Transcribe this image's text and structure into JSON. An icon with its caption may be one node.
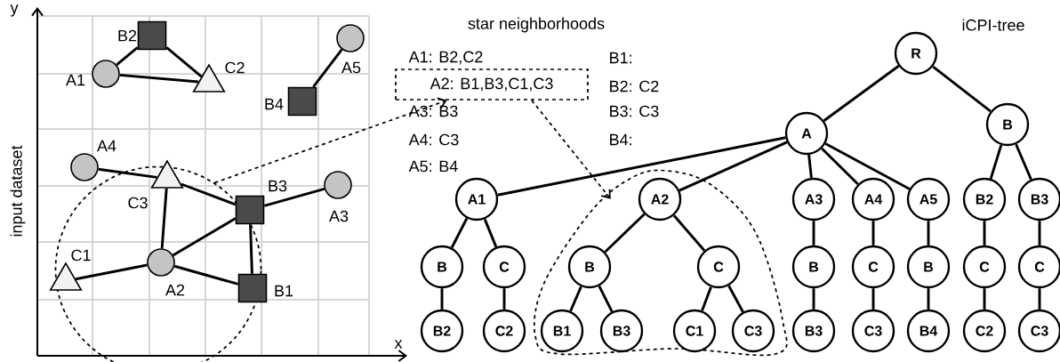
{
  "diagram": {
    "nodes": [
      {
        "text": [],
        "shape": "circle"
      },
      {
        "text": [],
        "shape": "box",
        "beside": [
          "B2"
        ]
      },
      {
        "text": [],
        "shape": "circle",
        "beside": [
          "A5"
        ]
      },
      {
        "text": [],
        "shape": "circle",
        "beside": [
          "A1"
        ]
      },
      {
        "text": [],
        "shape": "triangle",
        "beside": [
          "C2"
        ]
      },
      {
        "text": [],
        "shape": "box",
        "beside": [
          "B4"
        ]
      },
      {
        "text": [],
        "shape": "circle",
        "beside": [
          "A4"
        ]
      },
      {
        "text": [],
        "shape": "triangle",
        "beside": [
          "C3"
        ]
      },
      {
        "text": [],
        "shape": "box",
        "beside": [
          "B3"
        ]
      },
      {
        "text": [],
        "shape": "circle",
        "beside": [
          "A3"
        ]
      },
      {
        "text": [],
        "shape": "triangle",
        "beside": [
          "C1"
        ]
      },
      {
        "text": [],
        "shape": "circle",
        "beside": [
          "A2"
        ],
        "in": 0
      },
      {
        "text": [],
        "shape": "box",
        "beside": [
          "B1"
        ]
      },
      {
        "text": [
          "A2: B1,B3,C1,C3"
        ]
      },
      {
        "text": [
          "R"
        ]
      },
      {
        "text": [
          "A"
        ]
      },
      {
        "text": [
          "B"
        ]
      },
      {
        "text": [
          "A1"
        ]
      },
      {
        "text": [],
        "shape": "cloud"
      },
      {
        "text": [
          "A2"
        ],
        "in": 18
      },
      {
        "text": [
          "A3"
        ]
      },
      {
        "text": [
          "A4"
        ]
      },
      {
        "text": [
          "A5"
        ]
      },
      {
        "text": [
          "B2"
        ]
      },
      {
        "text": [
          "B3"
        ]
      },
      {
        "text": [
          "B"
        ]
      },
      {
        "text": [
          "C"
        ]
      },
      {
        "text": [
          "B"
        ],
        "in": 18
      },
      {
        "text": [
          "C"
        ],
        "in": 18
      },
      {
        "text": [
          "B"
        ]
      },
      {
        "text": [
          "C"
        ]
      },
      {
        "text": [
          "B"
        ]
      },
      {
        "text": [
          "C"
        ]
      },
      {
        "text": [
          "C"
        ]
      },
      {
        "text": [
          "B2"
        ]
      },
      {
        "text": [
          "C2"
        ]
      },
      {
        "text": [
          "B1"
        ],
        "in": 18
      },
      {
        "text": [
          "B3"
        ],
        "in": 18
      },
      {
        "text": [
          "C1"
        ],
        "in": 18
      },
      {
        "text": [
          "C3"
        ],
        "in": 18
      },
      {
        "text": [
          "B3"
        ]
      },
      {
        "text": [
          "C3"
        ]
      },
      {
        "text": [
          "B4"
        ]
      },
      {
        "text": [
          "C2"
        ]
      },
      {
        "text": [
          "C3"
        ]
      }
    ],
    "edges": [
      {
        "from": 3,
        "to": 1,
        "arrow": "none"
      },
      {
        "from": 1,
        "to": 4,
        "arrow": "none"
      },
      {
        "from": 3,
        "to": 4,
        "arrow": "none"
      },
      {
        "from": 2,
        "to": 5,
        "arrow": "none"
      },
      {
        "from": 6,
        "to": 7,
        "arrow": "none"
      },
      {
        "from": 7,
        "to": 8,
        "arrow": "none"
      },
      {
        "from": 7,
        "to": 11,
        "arrow": "none"
      },
      {
        "from": 8,
        "to": 9,
        "arrow": "none"
      },
      {
        "from": 11,
        "to": 8,
        "arrow": "none"
      },
      {
        "from": 11,
        "to": 10,
        "arrow": "none"
      },
      {
        "from": 11,
        "to": 12,
        "arrow": "none"
      },
      {
        "from": 8,
        "to": 12,
        "arrow": "none"
      },
      {
        "from": 0,
        "to": 13,
        "arrow": "to",
        "style": "dashed"
      },
      {
        "from": 13,
        "to": 18,
        "arrow": "to",
        "style": "dashed"
      },
      {
        "from": 14,
        "to": 15,
        "arrow": "none"
      },
      {
        "from": 14,
        "to": 16,
        "arrow": "none"
      },
      {
        "from": 15,
        "to": 17,
        "arrow": "none"
      },
      {
        "from": 15,
        "to": 19,
        "arrow": "none"
      },
      {
        "from": 15,
        "to": 20,
        "arrow": "none"
      },
      {
        "from": 15,
        "to": 21,
        "arrow": "none"
      },
      {
        "from": 15,
        "to": 22,
        "arrow": "none"
      },
      {
        "from": 16,
        "to": 23,
        "arrow": "none"
      },
      {
        "from": 16,
        "to": 24,
        "arrow": "none"
      },
      {
        "from": 17,
        "to": 25,
        "arrow": "none"
      },
      {
        "from": 17,
        "to": 26,
        "arrow": "none"
      },
      {
        "from": 19,
        "to": 27,
        "arrow": "none"
      },
      {
        "from": 19,
        "to": 28,
        "arrow": "none"
      },
      {
        "from": 20,
        "to": 29,
        "arrow": "none"
      },
      {
        "from": 21,
        "to": 30,
        "arrow": "none"
      },
      {
        "from": 22,
        "to": 31,
        "arrow": "none"
      },
      {
        "from": 23,
        "to": 32,
        "arrow": "none"
      },
      {
        "from": 24,
        "to": 33,
        "arrow": "none"
      },
      {
        "from": 25,
        "to": 34,
        "arrow": "none"
      },
      {
        "from": 26,
        "to": 35,
        "arrow": "none"
      },
      {
        "from": 27,
        "to": 36,
        "arrow": "none"
      },
      {
        "from": 27,
        "to": 37,
        "arrow": "none"
      },
      {
        "from": 28,
        "to": 38,
        "arrow": "none"
      },
      {
        "from": 28,
        "to": 39,
        "arrow": "none"
      },
      {
        "from": 29,
        "to": 40,
        "arrow": "none"
      },
      {
        "from": 30,
        "to": 41,
        "arrow": "none"
      },
      {
        "from": 31,
        "to": 42,
        "arrow": "none"
      },
      {
        "from": 32,
        "to": 43,
        "arrow": "none"
      },
      {
        "from": 33,
        "to": 44,
        "arrow": "none"
      }
    ],
    "labels": [
      "y",
      "star neighborhoods",
      "iCPI-tree",
      "A1: B2,C2",
      "B1:",
      "B2: C2",
      "A3: B3",
      "B3: C3",
      "A4: C3",
      "B4:",
      "A5: B4",
      "input dataset",
      "x"
    ]
  }
}
